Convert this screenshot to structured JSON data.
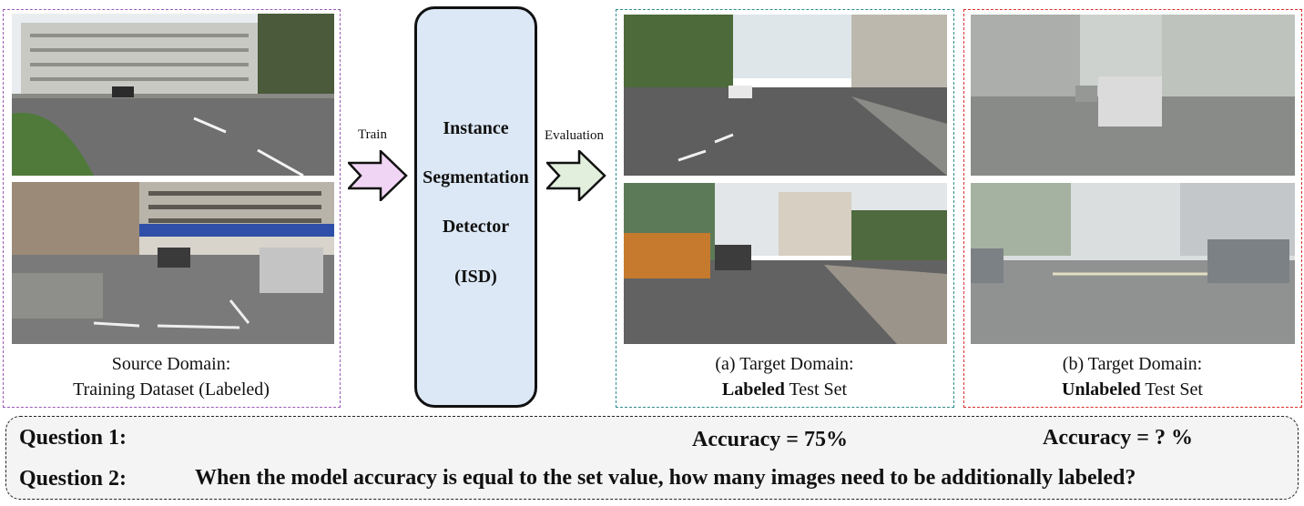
{
  "source": {
    "caption_line1": "Source Domain:",
    "caption_line2": "Training Dataset (Labeled)",
    "border_color": "#9b59b6"
  },
  "train_arrow": {
    "label": "Train",
    "color": "#f0d6f4"
  },
  "detector": {
    "line1": "Instance",
    "line2": "Segmentation",
    "line3": "Detector",
    "line4": "(ISD)",
    "fill": "#dce8f6"
  },
  "eval_arrow": {
    "label": "Evaluation",
    "color": "#e1efdc"
  },
  "target_labeled": {
    "caption_line1": "(a) Target Domain:",
    "caption_bold": "Labeled",
    "caption_rest": " Test Set",
    "border_color": "#2e8b8b"
  },
  "target_unlabeled": {
    "caption_line1": "(b) Target Domain:",
    "caption_bold": "Unlabeled",
    "caption_rest": " Test Set",
    "border_color": "#d9302c"
  },
  "questions": {
    "q1_label": "Question 1:",
    "q1_acc_labeled": "Accuracy = 75%",
    "q1_acc_unlabeled": "Accuracy = ? %",
    "q2_label": "Question 2:",
    "q2_text": "When the model accuracy is equal to the set value, how many images need to be additionally labeled?"
  }
}
